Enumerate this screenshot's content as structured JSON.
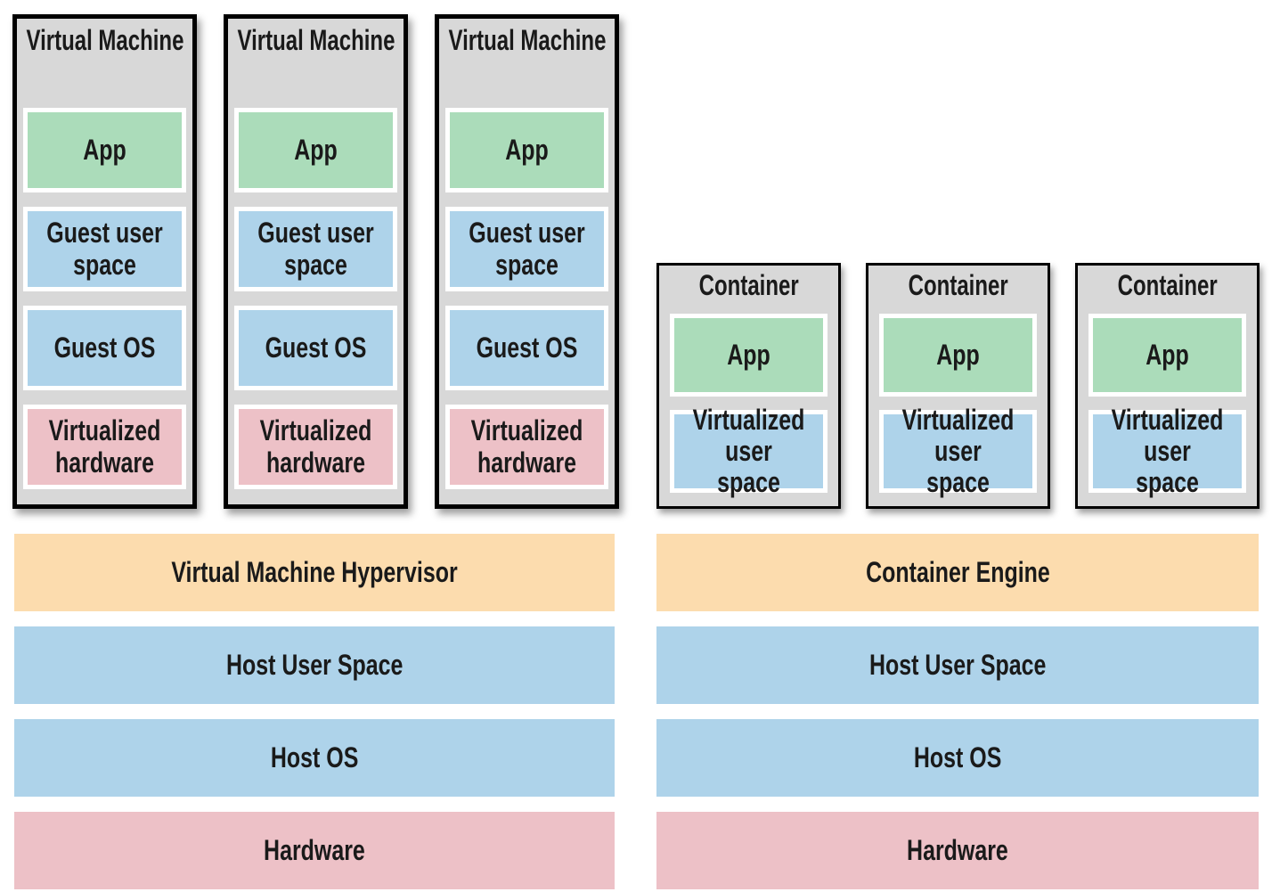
{
  "palette": {
    "page-bg": "#ffffff",
    "box-bg": "#d8d8d8",
    "box-border": "#000000",
    "green": "#abdcba",
    "blue": "#aed3ea",
    "pink": "#edc1c7",
    "orange": "#fcdcae",
    "inner-border": "#ffffff",
    "text": "#1a1a1a"
  },
  "left": {
    "machines": [
      {
        "title": "Virtual Machine",
        "layers": [
          {
            "label": "App",
            "color": "green"
          },
          {
            "label": "Guest user space",
            "color": "blue"
          },
          {
            "label": "Guest OS",
            "color": "blue"
          },
          {
            "label": "Virtualized hardware",
            "color": "pink"
          }
        ]
      },
      {
        "title": "Virtual Machine",
        "layers": [
          {
            "label": "App",
            "color": "green"
          },
          {
            "label": "Guest user space",
            "color": "blue"
          },
          {
            "label": "Guest OS",
            "color": "blue"
          },
          {
            "label": "Virtualized hardware",
            "color": "pink"
          }
        ]
      },
      {
        "title": "Virtual Machine",
        "layers": [
          {
            "label": "App",
            "color": "green"
          },
          {
            "label": "Guest user space",
            "color": "blue"
          },
          {
            "label": "Guest OS",
            "color": "blue"
          },
          {
            "label": "Virtualized hardware",
            "color": "pink"
          }
        ]
      }
    ],
    "bands": [
      {
        "label": "Virtual Machine Hypervisor",
        "color": "orange"
      },
      {
        "label": "Host User Space",
        "color": "blue"
      },
      {
        "label": "Host OS",
        "color": "blue"
      },
      {
        "label": "Hardware",
        "color": "pink"
      }
    ]
  },
  "right": {
    "containers": [
      {
        "title": "Container",
        "layers": [
          {
            "label": "App",
            "color": "green"
          },
          {
            "label": "Virtualized user space",
            "color": "blue"
          }
        ]
      },
      {
        "title": "Container",
        "layers": [
          {
            "label": "App",
            "color": "green"
          },
          {
            "label": "Virtualized user space",
            "color": "blue"
          }
        ]
      },
      {
        "title": "Container",
        "layers": [
          {
            "label": "App",
            "color": "green"
          },
          {
            "label": "Virtualized user space",
            "color": "blue"
          }
        ]
      }
    ],
    "bands": [
      {
        "label": "Container Engine",
        "color": "orange"
      },
      {
        "label": "Host User Space",
        "color": "blue"
      },
      {
        "label": "Host OS",
        "color": "blue"
      },
      {
        "label": "Hardware",
        "color": "pink"
      }
    ]
  }
}
